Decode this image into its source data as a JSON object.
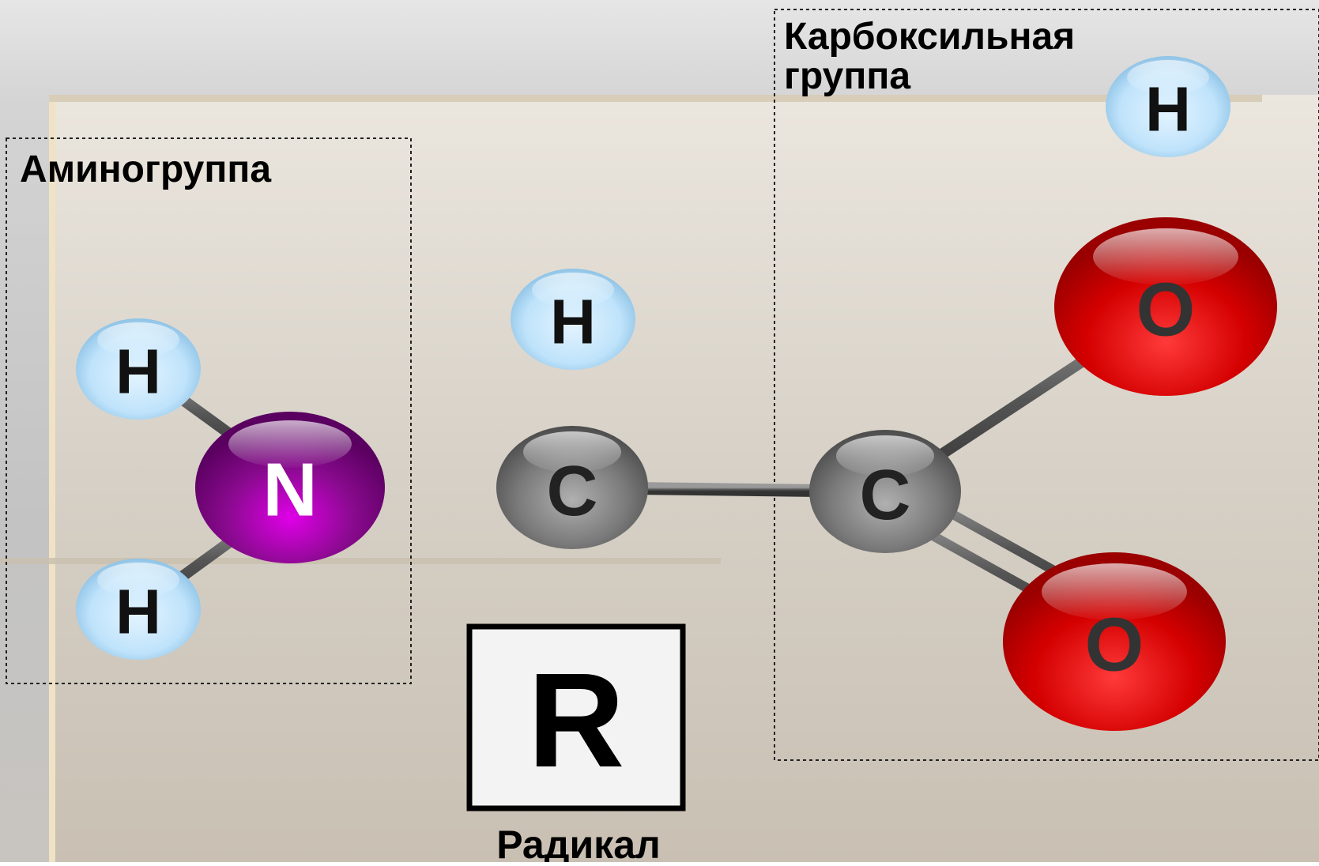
{
  "labels": {
    "amino_group": "Аминогруппа",
    "carboxyl_group_line1": "Карбоксильная",
    "carboxyl_group_line2": "группа",
    "radical": "Радикал",
    "radical_symbol": "R"
  },
  "atoms": {
    "n": {
      "symbol": "N",
      "color": "#8a0a8f"
    },
    "c_alpha": {
      "symbol": "C",
      "color": "#7a7a7a"
    },
    "c_carboxyl": {
      "symbol": "C",
      "color": "#7a7a7a"
    },
    "o_hydroxyl": {
      "symbol": "O",
      "color": "#d40000"
    },
    "o_carbonyl": {
      "symbol": "O",
      "color": "#d40000"
    },
    "h_amino_top": {
      "symbol": "H",
      "color": "#bfe3fb"
    },
    "h_amino_bottom": {
      "symbol": "H",
      "color": "#bfe3fb"
    },
    "h_alpha": {
      "symbol": "H",
      "color": "#bfe3fb"
    },
    "h_hydroxyl": {
      "symbol": "H",
      "color": "#bfe3fb"
    }
  }
}
